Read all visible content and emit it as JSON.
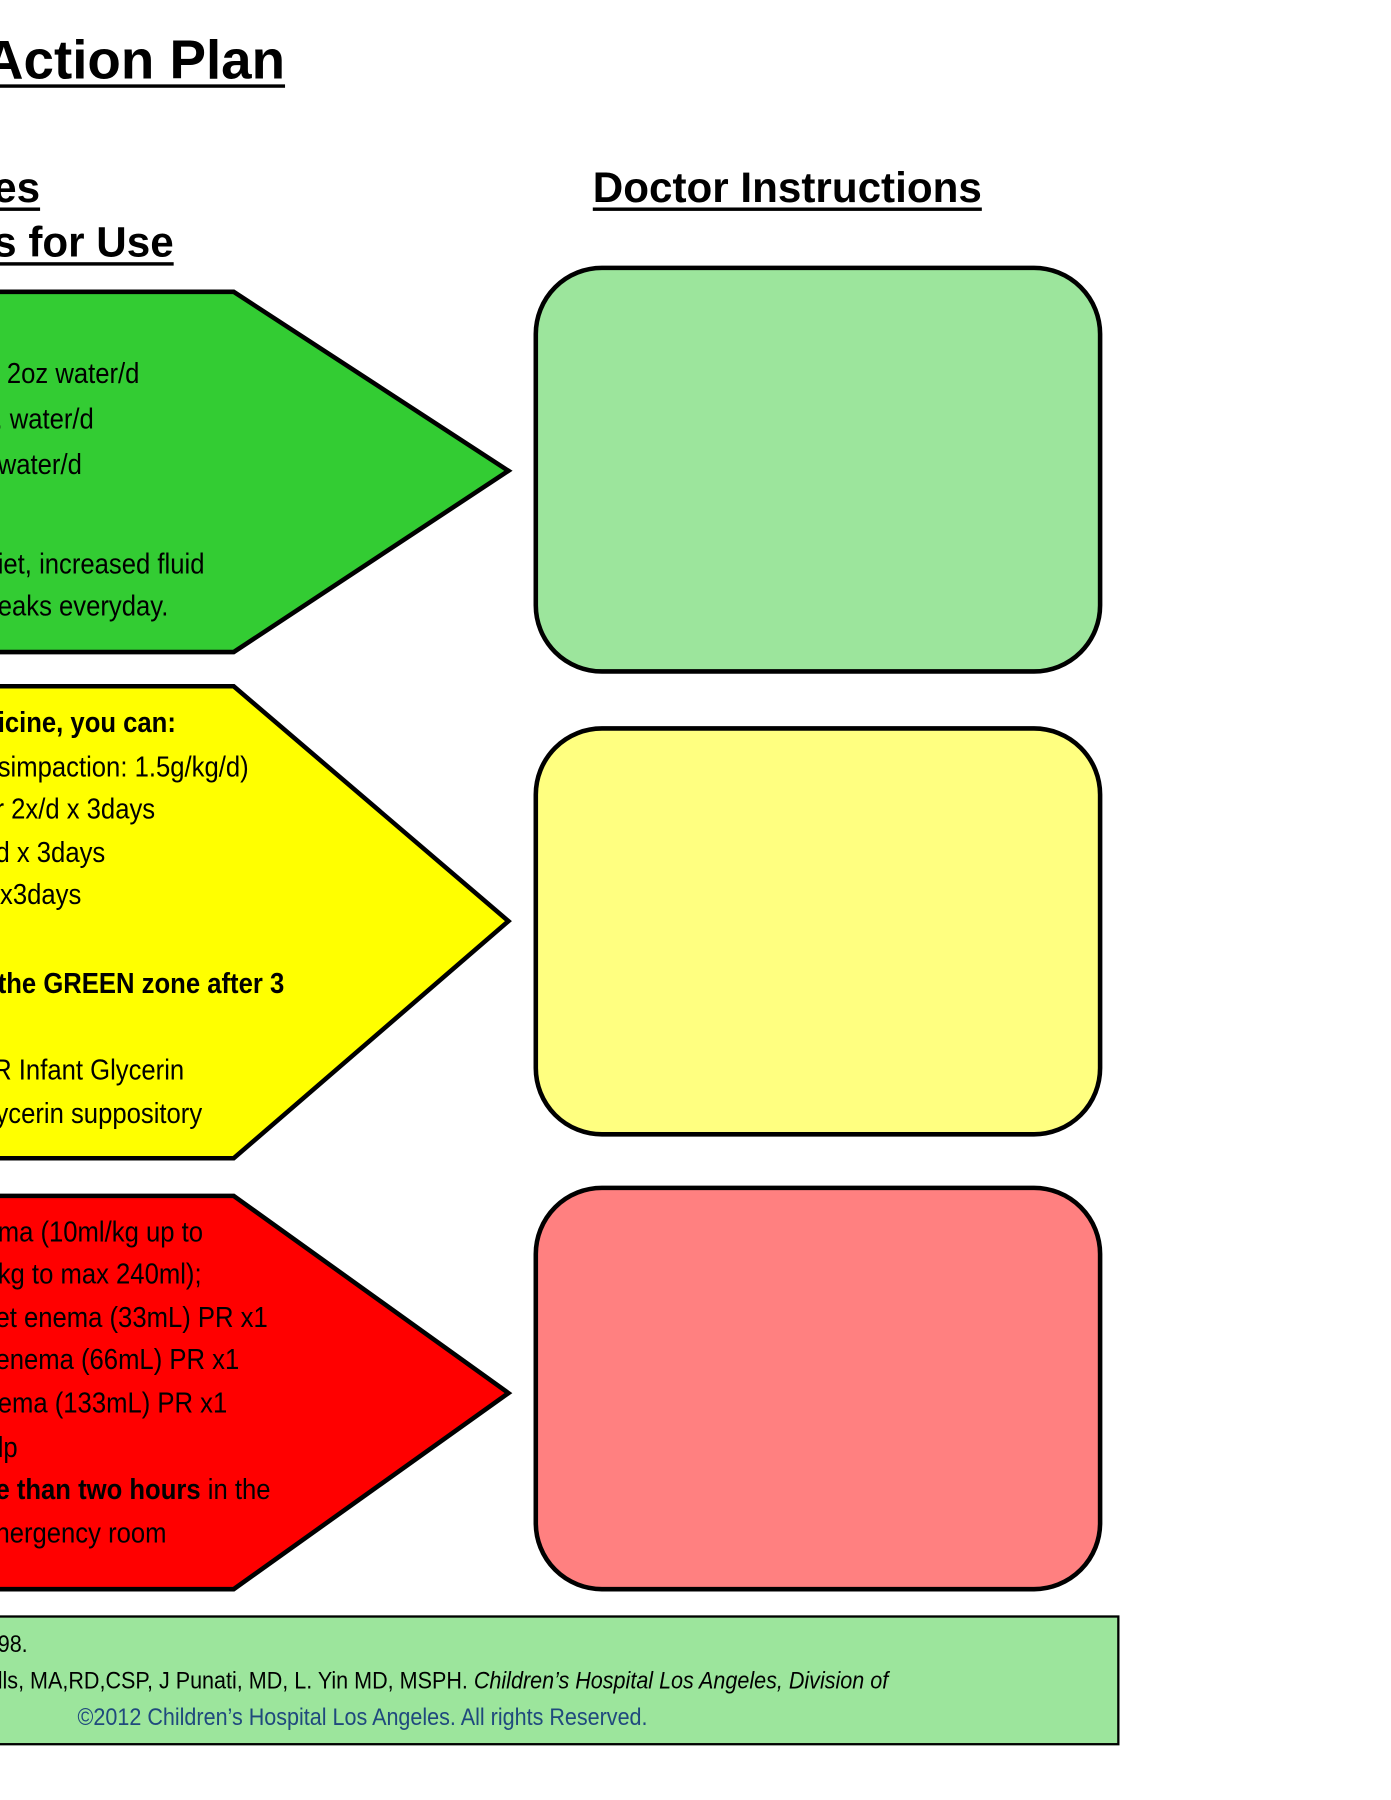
{
  "header": {
    "title": "Action Plan",
    "left_heading_line1": "es",
    "left_heading_line2": "s for Use",
    "right_heading": "Doctor Instructions"
  },
  "zones": {
    "green": {
      "color": "#33cc33",
      "box_color": "#9ce59c",
      "lines": [
        "2oz water/d",
        ". water/d",
        "water/d",
        "iet, increased fluid",
        "eaks everyday."
      ]
    },
    "yellow": {
      "color": "#ffff00",
      "box_color": "#ffff80",
      "lines": [
        "icine, you can:",
        "simpaction: 1.5g/kg/d)",
        "r 2x/d x 3days",
        "d x 3days",
        " x3days",
        "the GREEN zone after 3",
        "R Infant Glycerin",
        "ycerin suppository"
      ]
    },
    "red": {
      "color": "#ff0000",
      "box_color": "#ff8080",
      "lines": [
        "ma (10ml/kg up to",
        "kg to max 240ml);",
        "et enema (33mL) PR x1",
        " enema (66mL) PR x1",
        "ema (133mL) PR x1",
        "lp",
        "e than two hours",
        " in the",
        "nergency room"
      ]
    }
  },
  "footer": {
    "line1": "98.",
    "line2_authors": "lls, MA,RD,CSP, J Punati, MD, L. Yin MD, MSPH. ",
    "line2_italic": "Children’s Hospital Los Angeles, Division of",
    "copyright": "©2012 Children’s Hospital Los Angeles. All rights Reserved."
  }
}
